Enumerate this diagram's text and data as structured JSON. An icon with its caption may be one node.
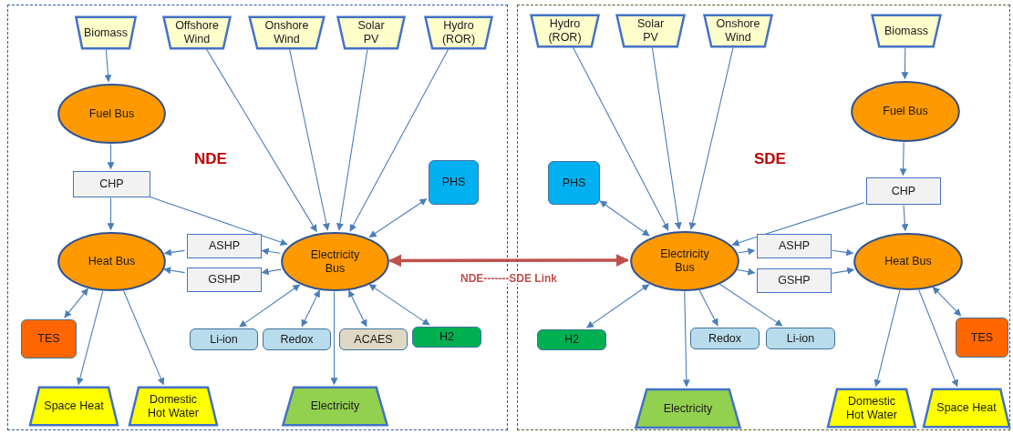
{
  "diagram": {
    "nodes": [
      {
        "text": [
          "NDE"
        ]
      },
      {
        "text": [
          "SDE"
        ]
      },
      {
        "text": [
          "Biomass"
        ],
        "in": 0
      },
      {
        "text": [
          "Offshore Wind"
        ],
        "in": 0
      },
      {
        "text": [
          "Onshore Wind"
        ],
        "in": 0
      },
      {
        "text": [
          "Solar PV"
        ],
        "in": 0
      },
      {
        "text": [
          "Hydro (ROR)"
        ],
        "in": 0
      },
      {
        "text": [
          "Fuel Bus"
        ],
        "in": 0
      },
      {
        "text": [
          "CHP"
        ],
        "in": 0
      },
      {
        "text": [
          "PHS"
        ],
        "in": 0
      },
      {
        "text": [
          "Heat Bus"
        ],
        "in": 0
      },
      {
        "text": [
          "ASHP"
        ],
        "in": 0
      },
      {
        "text": [
          "GSHP"
        ],
        "in": 0
      },
      {
        "text": [
          "Electricity Bus"
        ],
        "in": 0
      },
      {
        "text": [
          "TES"
        ],
        "in": 0
      },
      {
        "text": [
          "Li-ion"
        ],
        "in": 0
      },
      {
        "text": [
          "Redox"
        ],
        "in": 0
      },
      {
        "text": [
          "ACAES"
        ],
        "in": 0
      },
      {
        "text": [
          "H2"
        ],
        "in": 0
      },
      {
        "text": [
          "Space Heat"
        ],
        "in": 0
      },
      {
        "text": [
          "Domestic Hot Water"
        ],
        "in": 0
      },
      {
        "text": [
          "Electricity"
        ],
        "in": 0
      },
      {
        "text": [
          "Hydro (ROR)"
        ],
        "in": 1
      },
      {
        "text": [
          "Solar PV"
        ],
        "in": 1
      },
      {
        "text": [
          "Onshore Wind"
        ],
        "in": 1
      },
      {
        "text": [
          "Biomass"
        ],
        "in": 1
      },
      {
        "text": [
          "Fuel Bus"
        ],
        "in": 1
      },
      {
        "text": [
          "PHS"
        ],
        "in": 1
      },
      {
        "text": [
          "CHP"
        ],
        "in": 1
      },
      {
        "text": [
          "Electricity Bus"
        ],
        "in": 1
      },
      {
        "text": [
          "ASHP"
        ],
        "in": 1
      },
      {
        "text": [
          "Heat Bus"
        ],
        "in": 1
      },
      {
        "text": [
          "GSHP"
        ],
        "in": 1
      },
      {
        "text": [
          "H2"
        ],
        "in": 1
      },
      {
        "text": [
          "Redox"
        ],
        "in": 1
      },
      {
        "text": [
          "Li-ion"
        ],
        "in": 1
      },
      {
        "text": [
          "TES"
        ],
        "in": 1
      },
      {
        "text": [
          "Electricity"
        ],
        "in": 1
      },
      {
        "text": [
          "Domestic Hot Water"
        ],
        "in": 1
      },
      {
        "text": [
          "Space Heat"
        ],
        "in": 1
      }
    ],
    "edges": [
      {
        "from": 2,
        "to": 7,
        "arrow": "to"
      },
      {
        "from": 7,
        "to": 8,
        "arrow": "to"
      },
      {
        "from": 8,
        "to": 10,
        "arrow": "to"
      },
      {
        "from": 8,
        "to": 13,
        "arrow": "to"
      },
      {
        "from": 3,
        "to": 13,
        "arrow": "to"
      },
      {
        "from": 4,
        "to": 13,
        "arrow": "to"
      },
      {
        "from": 5,
        "to": 13,
        "arrow": "to"
      },
      {
        "from": 6,
        "to": 13,
        "arrow": "to"
      },
      {
        "from": 13,
        "to": 9,
        "arrow": "both"
      },
      {
        "from": 13,
        "to": 11,
        "arrow": "to"
      },
      {
        "from": 13,
        "to": 12,
        "arrow": "to"
      },
      {
        "from": 11,
        "to": 10,
        "arrow": "to"
      },
      {
        "from": 12,
        "to": 10,
        "arrow": "to"
      },
      {
        "from": 10,
        "to": 14,
        "arrow": "both"
      },
      {
        "from": 10,
        "to": 19,
        "arrow": "to"
      },
      {
        "from": 10,
        "to": 20,
        "arrow": "to"
      },
      {
        "from": 13,
        "to": 15,
        "arrow": "both"
      },
      {
        "from": 13,
        "to": 16,
        "arrow": "both"
      },
      {
        "from": 13,
        "to": 17,
        "arrow": "both"
      },
      {
        "from": 13,
        "to": 18,
        "arrow": "both"
      },
      {
        "from": 13,
        "to": 21,
        "arrow": "to"
      },
      {
        "from": 13,
        "to": 29,
        "arrow": "both",
        "style": "thick",
        "color": "#c0504d",
        "label": "NDE-------SDE Link"
      },
      {
        "from": 22,
        "to": 29,
        "arrow": "to"
      },
      {
        "from": 23,
        "to": 29,
        "arrow": "to"
      },
      {
        "from": 24,
        "to": 29,
        "arrow": "to"
      },
      {
        "from": 25,
        "to": 26,
        "arrow": "to"
      },
      {
        "from": 26,
        "to": 28,
        "arrow": "to"
      },
      {
        "from": 28,
        "to": 31,
        "arrow": "to"
      },
      {
        "from": 28,
        "to": 29,
        "arrow": "to"
      },
      {
        "from": 29,
        "to": 27,
        "arrow": "both"
      },
      {
        "from": 29,
        "to": 30,
        "arrow": "to"
      },
      {
        "from": 29,
        "to": 32,
        "arrow": "to"
      },
      {
        "from": 30,
        "to": 31,
        "arrow": "to"
      },
      {
        "from": 32,
        "to": 31,
        "arrow": "to"
      },
      {
        "from": 31,
        "to": 36,
        "arrow": "both"
      },
      {
        "from": 31,
        "to": 38,
        "arrow": "to"
      },
      {
        "from": 31,
        "to": 39,
        "arrow": "to"
      },
      {
        "from": 29,
        "to": 33,
        "arrow": "both"
      },
      {
        "from": 29,
        "to": 34,
        "arrow": "to"
      },
      {
        "from": 29,
        "to": 35,
        "arrow": "to"
      },
      {
        "from": 29,
        "to": 37,
        "arrow": "to"
      }
    ]
  }
}
